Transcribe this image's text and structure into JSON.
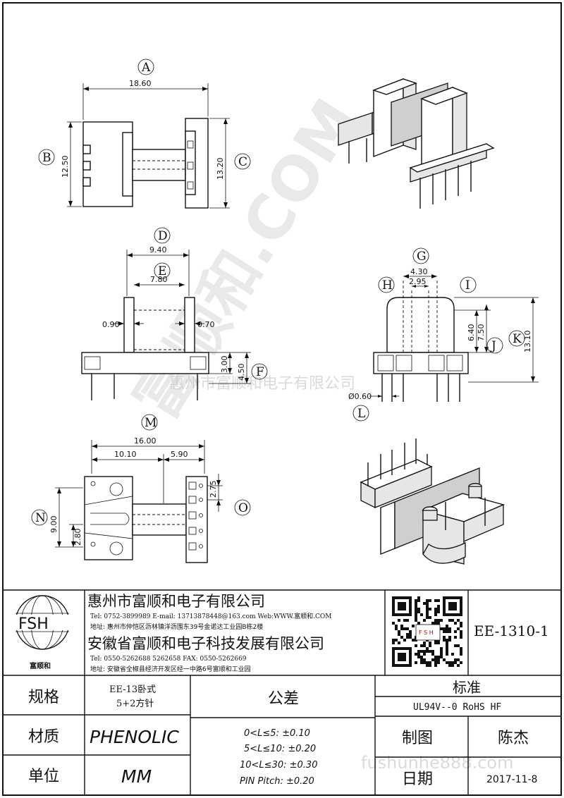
{
  "watermarks": {
    "diagonal_top": "富顺和.COM",
    "middle": "惠州市富顺和电子有限公司",
    "bottom": "fushunhe888.com"
  },
  "top_view": {
    "dims": {
      "A": "18.60",
      "B": "12.50",
      "C": "13.20"
    },
    "labels": {
      "A": "A",
      "B": "B",
      "C": "C"
    }
  },
  "front_view": {
    "dims": {
      "D": "9.40",
      "E": "7.80",
      "left_wall": "0.90",
      "right_wall": "0.70",
      "F1": "3.00",
      "F2": "4.50"
    },
    "labels": {
      "D": "D",
      "E": "E",
      "F": "F"
    }
  },
  "side_view": {
    "dims": {
      "G1": "4.30",
      "G2": "2.95",
      "J": "6.40",
      "J2": "7.50",
      "K": "13.10",
      "L": "Ø0.60"
    },
    "labels": {
      "G": "G",
      "H": "H",
      "I": "I",
      "J": "J",
      "K": "K",
      "L": "L"
    }
  },
  "bottom_view": {
    "dims": {
      "M": "16.00",
      "M1": "10.10",
      "M2": "5.90",
      "N": "9.00",
      "N2": "2.80",
      "O": "2.75"
    },
    "labels": {
      "M": "M",
      "N": "N",
      "O": "O"
    }
  },
  "title_block": {
    "logo_text": "FSH",
    "logo_caption": "富顺和",
    "company1": "惠州市富顺和电子有限公司",
    "contact1": "Tel: 0752-3899989  E-mail: 13713878448@163.com  Web:WWW.富顺和.COM",
    "address1": "地址: 惠州市仲恺区沥林镇洋沥围东39号金诺达工业园B栋2楼",
    "company2": "安徽省富顺和电子科技发展有限公司",
    "contact2": "Tel: 0550-5262688  5262658      FAX: 0550-5262669",
    "address2": "地址: 安徽省全椒县经济开发区经一中路6号富顺和工业园",
    "qr_caption": "F S H",
    "part_number": "EE-1310-1",
    "spec_label": "规格",
    "spec_line1": "EE-13卧式",
    "spec_line2": "5+2方针",
    "material_label": "材质",
    "material_value": "PHENOLIC",
    "unit_label": "单位",
    "unit_value": "MM",
    "tolerance_label": "公差",
    "tolerances": [
      "0<L≤5: ±0.10",
      "5<L≤10: ±0.20",
      "10<L≤30: ±0.30",
      "PIN Pitch: ±0.20"
    ],
    "standard_label": "标准",
    "standard_value": "UL94V--0  RoHS HF",
    "drawn_label": "制图",
    "drawn_value": "陈杰",
    "date_label": "日期",
    "date_value": "2017-11-8"
  }
}
